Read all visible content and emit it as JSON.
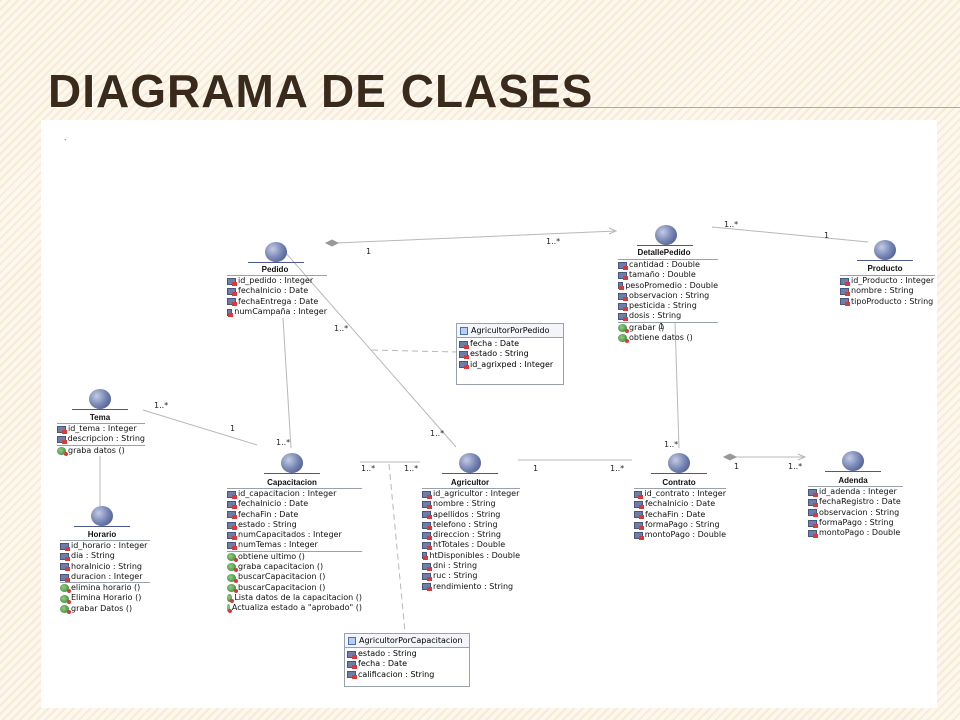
{
  "slide": {
    "title": "DIAGRAMA DE CLASES"
  },
  "classes": {
    "pedido": {
      "name": "Pedido",
      "attributes": [
        "id_pedido : Integer",
        "fechaInicio : Date",
        "fechaEntrega : Date",
        "numCampaña : Integer"
      ],
      "operations": []
    },
    "detalle": {
      "name": "DetallePedido",
      "attributes": [
        "cantidad : Double",
        "tamaño : Double",
        "pesoPromedio : Double",
        "observacion : String",
        "pesticida : String",
        "dosis : String"
      ],
      "operations": [
        "grabar ()",
        "obtiene datos ()"
      ]
    },
    "producto": {
      "name": "Producto",
      "attributes": [
        "id_Producto : Integer",
        "nombre : String",
        "tipoProducto : String"
      ],
      "operations": []
    },
    "tema": {
      "name": "Tema",
      "attributes": [
        "id_tema : Integer",
        "descripcion : String"
      ],
      "operations": [
        "graba datos ()"
      ]
    },
    "horario": {
      "name": "Horario",
      "attributes": [
        "id_horario : Integer",
        "dia : String",
        "horaInicio : String",
        "duracion : Integer"
      ],
      "operations": [
        "elimina horario ()",
        "Elimina Horario ()",
        "grabar Datos ()"
      ]
    },
    "capacitacion": {
      "name": "Capacitacion",
      "attributes": [
        "id_capacitacion : Integer",
        "fechaInicio : Date",
        "fechaFin : Date",
        "estado : String",
        "numCapacitados : Integer",
        "numTemas : Integer"
      ],
      "operations": [
        "obtiene ultimo ()",
        "graba capacitacion ()",
        "buscarCapacitacion ()",
        "buscarCapacitacion ()",
        "Lista datos de la capacitacion ()",
        "Actualiza estado a \"aprobado\" ()"
      ]
    },
    "agricultor": {
      "name": "Agricultor",
      "attributes": [
        "id_agricultor : Integer",
        "nombre : String",
        "apellidos : String",
        "telefono : String",
        "direccion : String",
        "htTotales : Double",
        "htDisponibles : Double",
        "dni : String",
        "ruc : String",
        "rendimiento : String"
      ],
      "operations": []
    },
    "contrato": {
      "name": "Contrato",
      "attributes": [
        "id_contrato : Integer",
        "fechaInicio : Date",
        "fechaFin : Date",
        "formaPago : String",
        "montoPago : Double"
      ],
      "operations": []
    },
    "adenda": {
      "name": "Adenda",
      "attributes": [
        "id_adenda : Integer",
        "fechaRegistro : Date",
        "observacion : String",
        "formaPago : String",
        "montoPago : Double"
      ],
      "operations": []
    }
  },
  "association_classes": {
    "agricultorPorPedido": {
      "name": "AgricultorPorPedido",
      "attributes": [
        "fecha : Date",
        "estado : String",
        "id_agrixped : Integer"
      ]
    },
    "agricultorPorCapacitacion": {
      "name": "AgricultorPorCapacitacion",
      "attributes": [
        "estado : String",
        "fecha : Date",
        "calificacion : String"
      ]
    }
  },
  "multiplicities": {
    "pedido_detalle_a": "1",
    "pedido_detalle_b": "1..*",
    "detalle_producto_a": "1..*",
    "detalle_producto_b": "1",
    "pedido_agricultor_a": "1..*",
    "pedido_agricultor_b": "1..*",
    "tema_capacitacion_a": "1..*",
    "tema_capacitacion_b": "1",
    "capacitacion_pedido": "1..*",
    "cap_agricultor_a": "1..*",
    "cap_agricultor_b": "1..*",
    "agricultor_contrato_a": "1",
    "agricultor_contrato_b": "1..*",
    "contrato_detalle": "1..*",
    "detalle_contrato": "1",
    "contrato_adenda_a": "1",
    "contrato_adenda_b": "1..*"
  }
}
